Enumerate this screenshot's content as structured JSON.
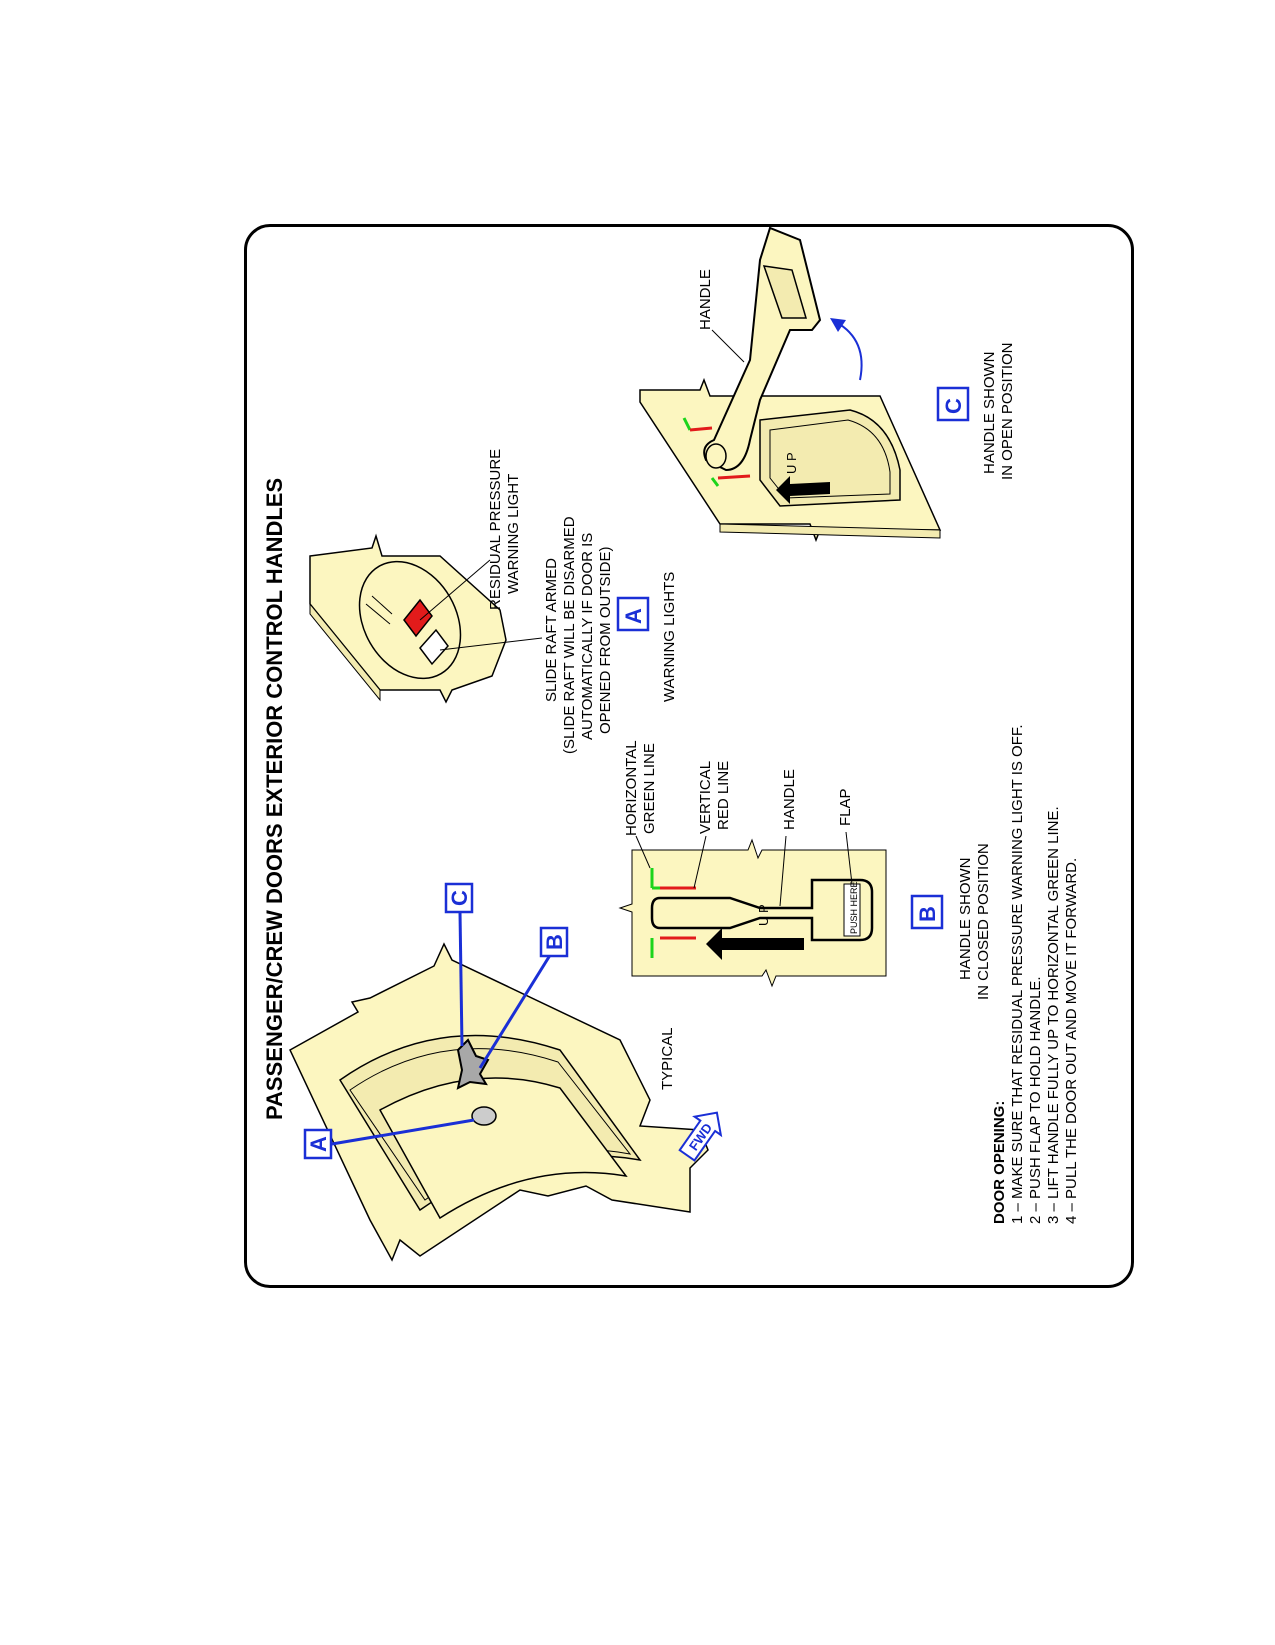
{
  "title": "PASSENGER/CREW DOORS EXTERIOR CONTROL HANDLES",
  "overview": {
    "caption": "TYPICAL",
    "fwd": "FWD",
    "markers": [
      "A",
      "B",
      "C"
    ]
  },
  "view_b": {
    "marker": "B",
    "caption_line1": "HANDLE SHOWN",
    "caption_line2": "IN CLOSED POSITION",
    "callout_green_1": "HORIZONTAL",
    "callout_green_2": "GREEN LINE",
    "callout_red_1": "VERTICAL",
    "callout_red_2": "RED LINE",
    "callout_handle": "HANDLE",
    "callout_flap": "FLAP",
    "up_label": "U P",
    "push_here": "PUSH HERE"
  },
  "view_a": {
    "marker": "A",
    "caption": "WARNING LIGHTS",
    "slide_1": "SLIDE RAFT ARMED",
    "slide_2": "(SLIDE RAFT WILL BE DISARMED",
    "slide_3": "AUTOMATICALLY IF DOOR IS",
    "slide_4": "OPENED FROM OUTSIDE)",
    "residual_1": "RESIDUAL PRESSURE",
    "residual_2": "WARNING LIGHT"
  },
  "view_c": {
    "marker": "C",
    "caption_line1": "HANDLE SHOWN",
    "caption_line2": "IN OPEN POSITION",
    "callout_handle": "HANDLE",
    "up_label": "U P"
  },
  "instructions": {
    "heading": "DOOR OPENING:",
    "steps": [
      "1 – MAKE SURE THAT RESIDUAL PRESSURE WARNING LIGHT IS OFF.",
      "2 – PUSH FLAP TO HOLD HANDLE.",
      "3 – LIFT HANDLE FULLY UP TO HORIZONTAL GREEN LINE.",
      "4 – PULL THE DOOR OUT AND MOVE IT FORWARD."
    ]
  },
  "colors": {
    "panel": "#fcf6c0",
    "callout_blue": "#1a2fd6",
    "green_line": "#1bd41b",
    "red_line": "#e21b1b",
    "light_red": "#e21b1b",
    "arrow_blue": "#1a2fd6"
  }
}
